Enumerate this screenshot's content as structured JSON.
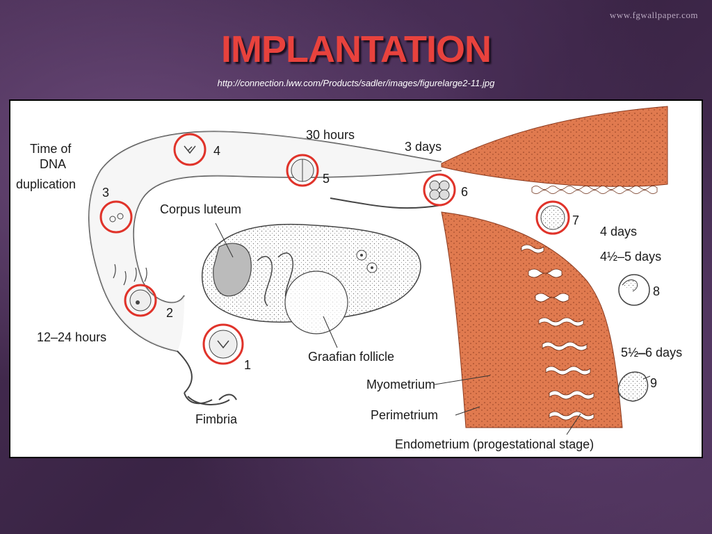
{
  "watermark": "www.fgwallpaper.com",
  "title": "IMPLANTATION",
  "subtitle": "http://connection.lww.com/Products/sadler/images/figurelarge2-11.jpg",
  "colors": {
    "title": "#e8423d",
    "uterus": "#e07a4f",
    "circle": "#e0332a",
    "background": "#4b3057"
  },
  "labels": {
    "time_dna_1": "Time of",
    "time_dna_2": "DNA",
    "time_dna_3": "duplication",
    "h30": "30 hours",
    "d3": "3 days",
    "d4": "4 days",
    "d45": "4½–5 days",
    "d55": "5½–6 days",
    "h1224": "12–24 hours",
    "corpus": "Corpus luteum",
    "graafian": "Graafian follicle",
    "myometrium": "Myometrium",
    "perimetrium": "Perimetrium",
    "endometrium": "Endometrium (progestational stage)",
    "fimbria": "Fimbria"
  },
  "stages": [
    "1",
    "2",
    "3",
    "4",
    "5",
    "6",
    "7",
    "8",
    "9"
  ]
}
